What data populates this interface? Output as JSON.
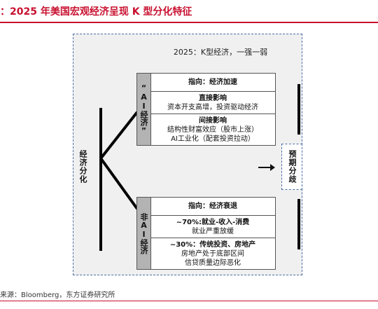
{
  "header": {
    "title": "：2025 年美国宏观经济呈现 K 型分化特征"
  },
  "diagram": {
    "panel_title": "2025：K型经济，一强一弱",
    "left_label": "经济分化",
    "upper": {
      "tab": "“AI经济”",
      "rows": [
        {
          "heading": "指向：经济加速",
          "lines": []
        },
        {
          "heading": "直接影响",
          "lines": [
            "资本开支高增，投资驱动经济"
          ]
        },
        {
          "heading": "间接影响",
          "lines": [
            "结构性财富效应（股市上涨）",
            "AI工业化（配套投资拉动）"
          ]
        }
      ]
    },
    "lower": {
      "tab": "非AI经济",
      "rows": [
        {
          "heading": "指向：经济衰退",
          "lines": []
        },
        {
          "heading": "~70%:就业-收入-消费",
          "lines": [
            "就业严重放缓"
          ]
        },
        {
          "heading": "~30%：传统投资、房地产",
          "lines": [
            "房地产处于底部区间",
            "信贷质量边际恶化"
          ]
        }
      ]
    },
    "right_label": "预期分歧"
  },
  "footer": {
    "source": "来源：Bloomberg，东方证券研究所"
  }
}
